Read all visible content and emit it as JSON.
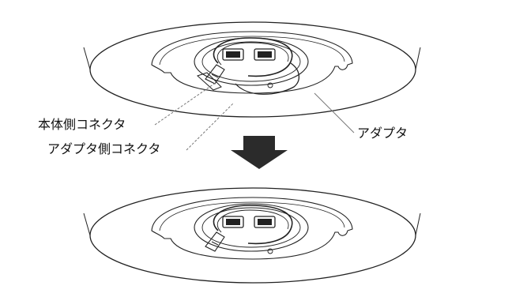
{
  "labels": {
    "main_unit_connector": "本体側コネクタ",
    "adapter_connector": "アダプタ側コネクタ",
    "adapter": "アダプタ"
  },
  "colors": {
    "line": "#222222",
    "arrow": "#2b2b2b",
    "leader": "#777777"
  },
  "icons": {
    "transition": "down-arrow-icon"
  }
}
